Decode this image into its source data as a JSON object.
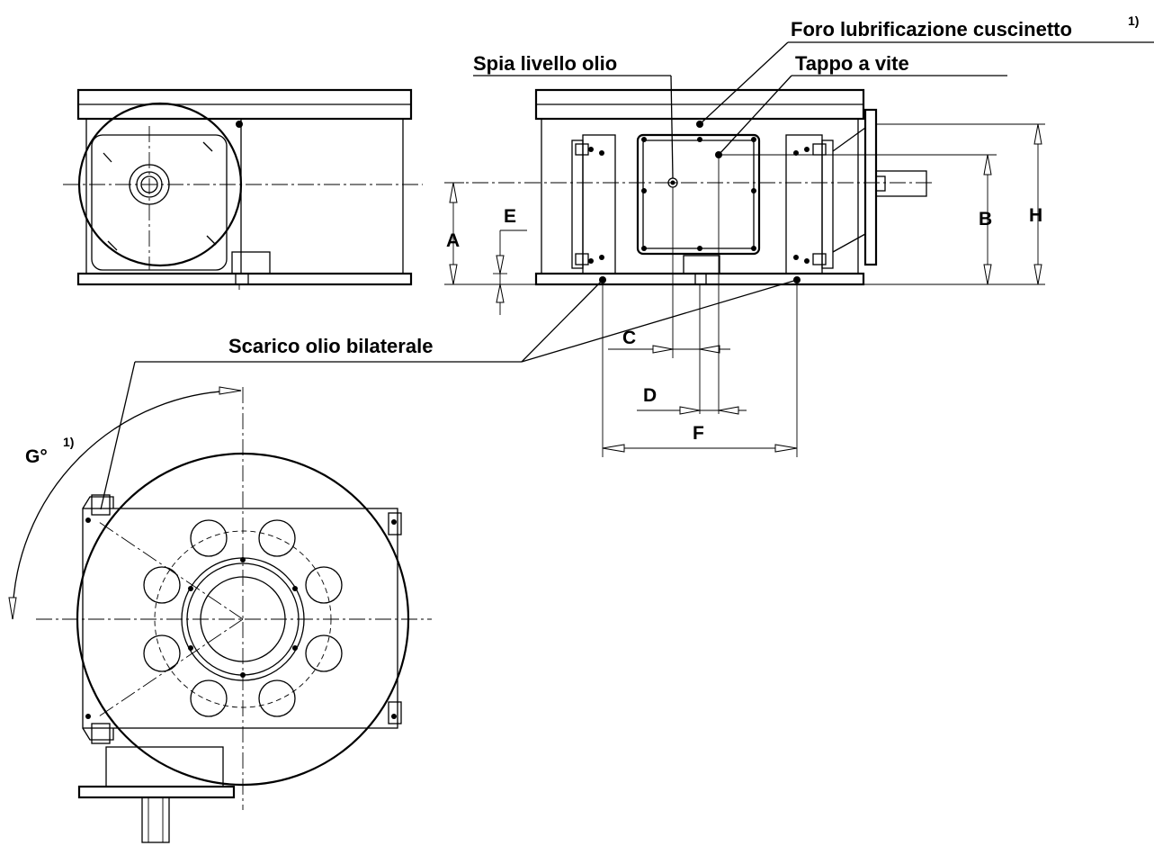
{
  "labels": {
    "bearing_lube_hole": "Foro lubrificazione cuscinetto",
    "bearing_lube_hole_note": "1)",
    "oil_sight_glass": "Spia livello olio",
    "screw_plug": "Tappo a vite",
    "oil_drain_bilateral": "Scarico olio bilaterale"
  },
  "dimensions": {
    "a": "A",
    "b": "B",
    "c": "C",
    "d": "D",
    "e": "E",
    "f": "F",
    "h": "H",
    "g": "G°",
    "g_note": "1)"
  }
}
